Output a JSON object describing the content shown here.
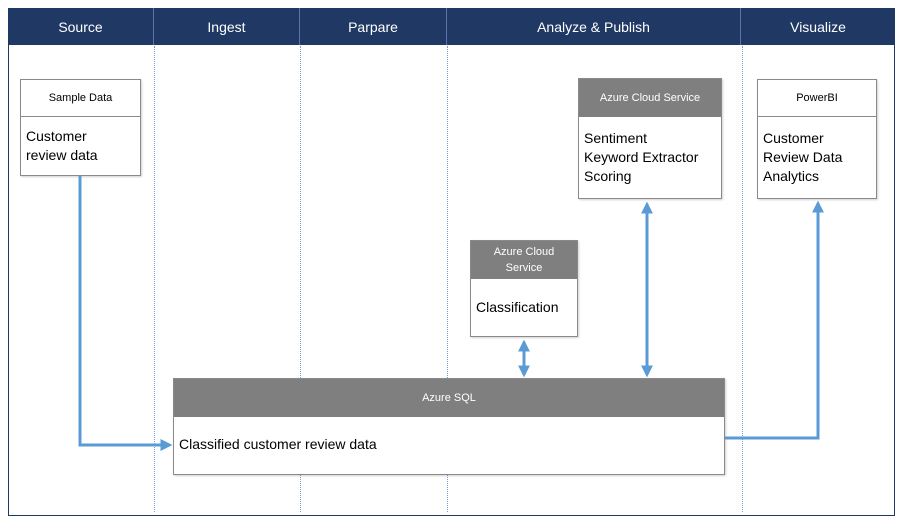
{
  "header": {
    "lanes": [
      "Source",
      "Ingest",
      "Parpare",
      "Analyze & Publish",
      "Visualize"
    ]
  },
  "boxes": {
    "sample_data": {
      "title": "Sample Data",
      "body": [
        "Customer",
        "review data"
      ]
    },
    "sentiment_service": {
      "title": "Azure Cloud Service",
      "body": [
        "Sentiment",
        "Keyword Extractor",
        "Scoring"
      ]
    },
    "powerbi": {
      "title": "PowerBI",
      "body": [
        "Customer",
        "Review Data",
        "Analytics"
      ]
    },
    "classification_service": {
      "title": [
        "Azure Cloud",
        "Service"
      ],
      "body": [
        "Classification"
      ]
    },
    "azure_sql": {
      "title": "Azure SQL",
      "body": [
        "Classified customer review data"
      ]
    }
  },
  "colors": {
    "header_bg": "#203864",
    "arrow": "#5b9bd5",
    "dark_box_head": "#7f7f7f"
  }
}
